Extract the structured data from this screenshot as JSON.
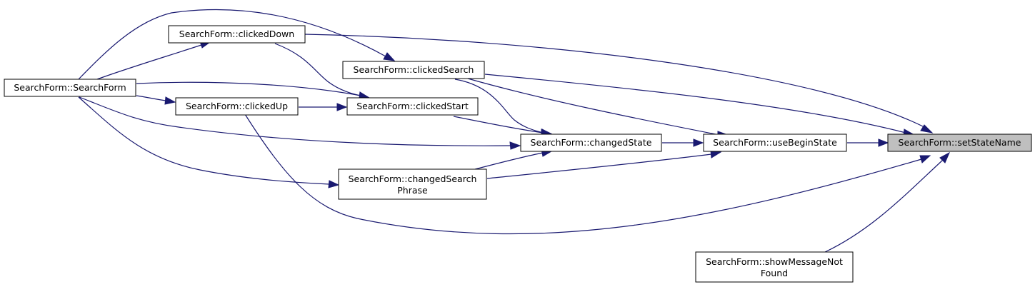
{
  "graph": {
    "nodes": {
      "setStateName": {
        "label": "SearchForm::setStateName"
      },
      "useBeginState": {
        "label": "SearchForm::useBeginState"
      },
      "showMessageNotFound": {
        "line1": "SearchForm::showMessageNot",
        "line2": "Found"
      },
      "changedState": {
        "label": "SearchForm::changedState"
      },
      "changedSearchPhrase": {
        "line1": "SearchForm::changedSearch",
        "line2": "Phrase"
      },
      "clickedSearch": {
        "label": "SearchForm::clickedSearch"
      },
      "clickedStart": {
        "label": "SearchForm::clickedStart"
      },
      "clickedDown": {
        "label": "SearchForm::clickedDown"
      },
      "clickedUp": {
        "label": "SearchForm::clickedUp"
      },
      "SearchForm": {
        "label": "SearchForm::SearchForm"
      }
    },
    "edges": [
      {
        "from": "useBeginState",
        "to": "setStateName"
      },
      {
        "from": "clickedSearch",
        "to": "setStateName"
      },
      {
        "from": "clickedDown",
        "to": "setStateName"
      },
      {
        "from": "clickedUp",
        "to": "setStateName"
      },
      {
        "from": "showMessageNotFound",
        "to": "setStateName"
      },
      {
        "from": "changedState",
        "to": "useBeginState"
      },
      {
        "from": "changedSearchPhrase",
        "to": "useBeginState"
      },
      {
        "from": "clickedSearch",
        "to": "useBeginState"
      },
      {
        "from": "clickedStart",
        "to": "changedState"
      },
      {
        "from": "changedSearchPhrase",
        "to": "changedState"
      },
      {
        "from": "clickedSearch",
        "to": "changedState"
      },
      {
        "from": "SearchForm",
        "to": "changedState"
      },
      {
        "from": "SearchForm",
        "to": "changedSearchPhrase"
      },
      {
        "from": "SearchForm",
        "to": "clickedSearch"
      },
      {
        "from": "SearchForm",
        "to": "clickedStart"
      },
      {
        "from": "clickedDown",
        "to": "clickedStart"
      },
      {
        "from": "clickedUp",
        "to": "clickedStart"
      },
      {
        "from": "SearchForm",
        "to": "clickedDown"
      },
      {
        "from": "SearchForm",
        "to": "clickedUp"
      }
    ]
  }
}
